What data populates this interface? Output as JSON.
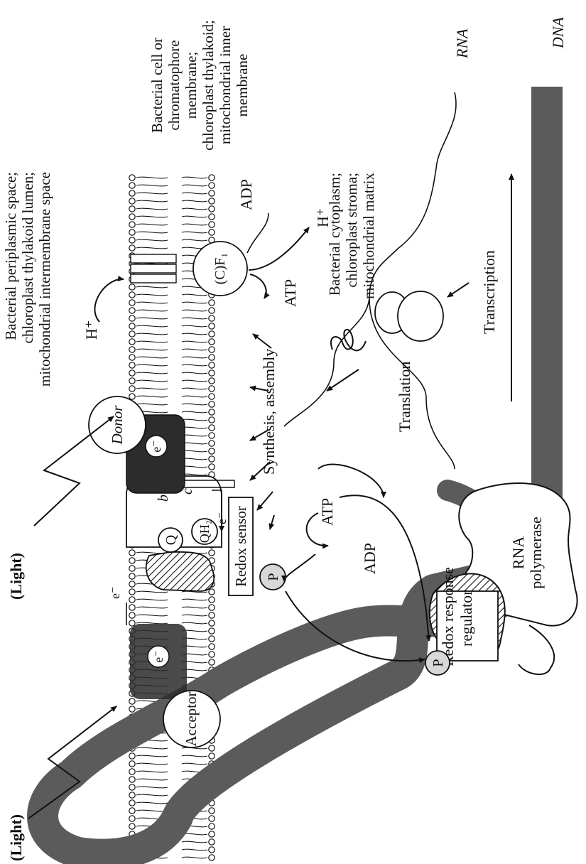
{
  "light_left": "(Light)",
  "light_right": "(Light)",
  "e_minus": "e⁻",
  "acceptor": "Acceptor",
  "donor": "Donor",
  "cytb": {
    "q": "Q",
    "qh2": "QH₂",
    "b": "b",
    "c": "c"
  },
  "redox_sensor": "Redox sensor",
  "phospho": "P",
  "synthesis": "Synthesis, assembly",
  "h_plus": "H⁺",
  "atp_synthase": "(C)F₁",
  "atp": "ATP",
  "adp": "ADP",
  "cycle_adp": "ADP",
  "cycle_atp": "ATP",
  "regulator": {
    "line1": "Redox response",
    "line2": "regulator"
  },
  "polymerase": {
    "line1": "RNA",
    "line2": "polymerase"
  },
  "translation": "Translation",
  "transcription": "Transcription",
  "rna": "RNA",
  "dna": "DNA",
  "compartments": {
    "lumen": [
      "Bacterial periplasmic space;",
      "chloroplast thylakoid lumen;",
      "mitochondrial intermembrane space"
    ],
    "membrane": [
      "Bacterial cell or",
      "chromatophore",
      "membrane;",
      "chloroplast thylakoid;",
      "mitochondrial inner",
      "membrane"
    ],
    "stroma": [
      "Bacterial cytoplasm;",
      "chloroplast stroma;",
      "mitochondrial matrix"
    ]
  }
}
